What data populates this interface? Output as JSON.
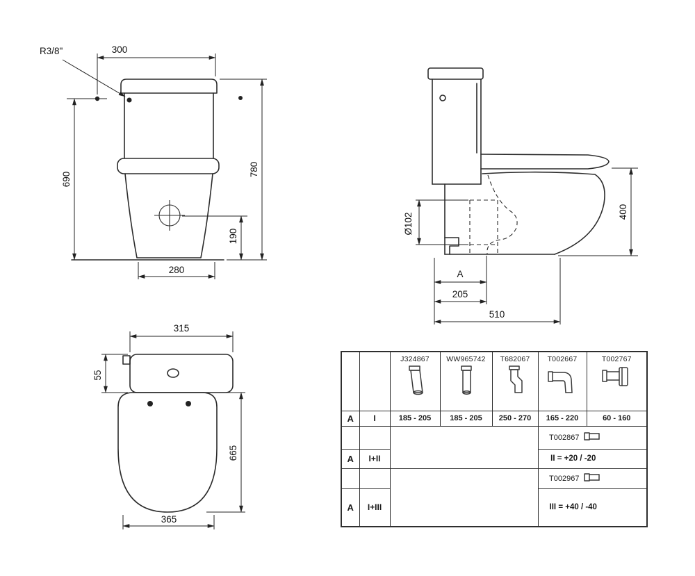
{
  "colors": {
    "line": "#2b2b2b",
    "text": "#111111",
    "background": "#ffffff"
  },
  "front_view": {
    "dim_inlet": "R3/8\"",
    "dim_top_width": "300",
    "dim_height_tank": "690",
    "dim_height_total": "780",
    "dim_outlet_height": "190",
    "dim_base_width": "280"
  },
  "side_view": {
    "dim_outlet_diameter": "Ø102",
    "dim_seat_height": "400",
    "dim_a_label": "A",
    "dim_outlet_distance": "205",
    "dim_depth": "510"
  },
  "top_view": {
    "dim_tank_width": "315",
    "dim_tank_inlet_offset": "55",
    "dim_depth": "665",
    "dim_seat_width": "365"
  },
  "table": {
    "products": [
      {
        "code": "J324867",
        "range": "185 - 205",
        "icon": "angled-pipe-connector-icon"
      },
      {
        "code": "WW965742",
        "range": "185 - 205",
        "icon": "straight-pipe-connector-icon"
      },
      {
        "code": "T682067",
        "range": "250 - 270",
        "icon": "offset-pipe-connector-icon"
      },
      {
        "code": "T002667",
        "range": "165 - 220",
        "icon": "bend-pipe-connector-icon"
      },
      {
        "code": "T002767",
        "range": "60 - 160",
        "icon": "socket-elbow-connector-icon"
      }
    ],
    "rows": [
      {
        "label": "A",
        "config": "I"
      },
      {
        "label": "A",
        "config": "I+II",
        "accessory_code": "T002867",
        "note": "II = +20 / -20"
      },
      {
        "label": "A",
        "config": "I+III",
        "accessory_code": "T002967",
        "note": "III = +40 / -40"
      }
    ]
  }
}
